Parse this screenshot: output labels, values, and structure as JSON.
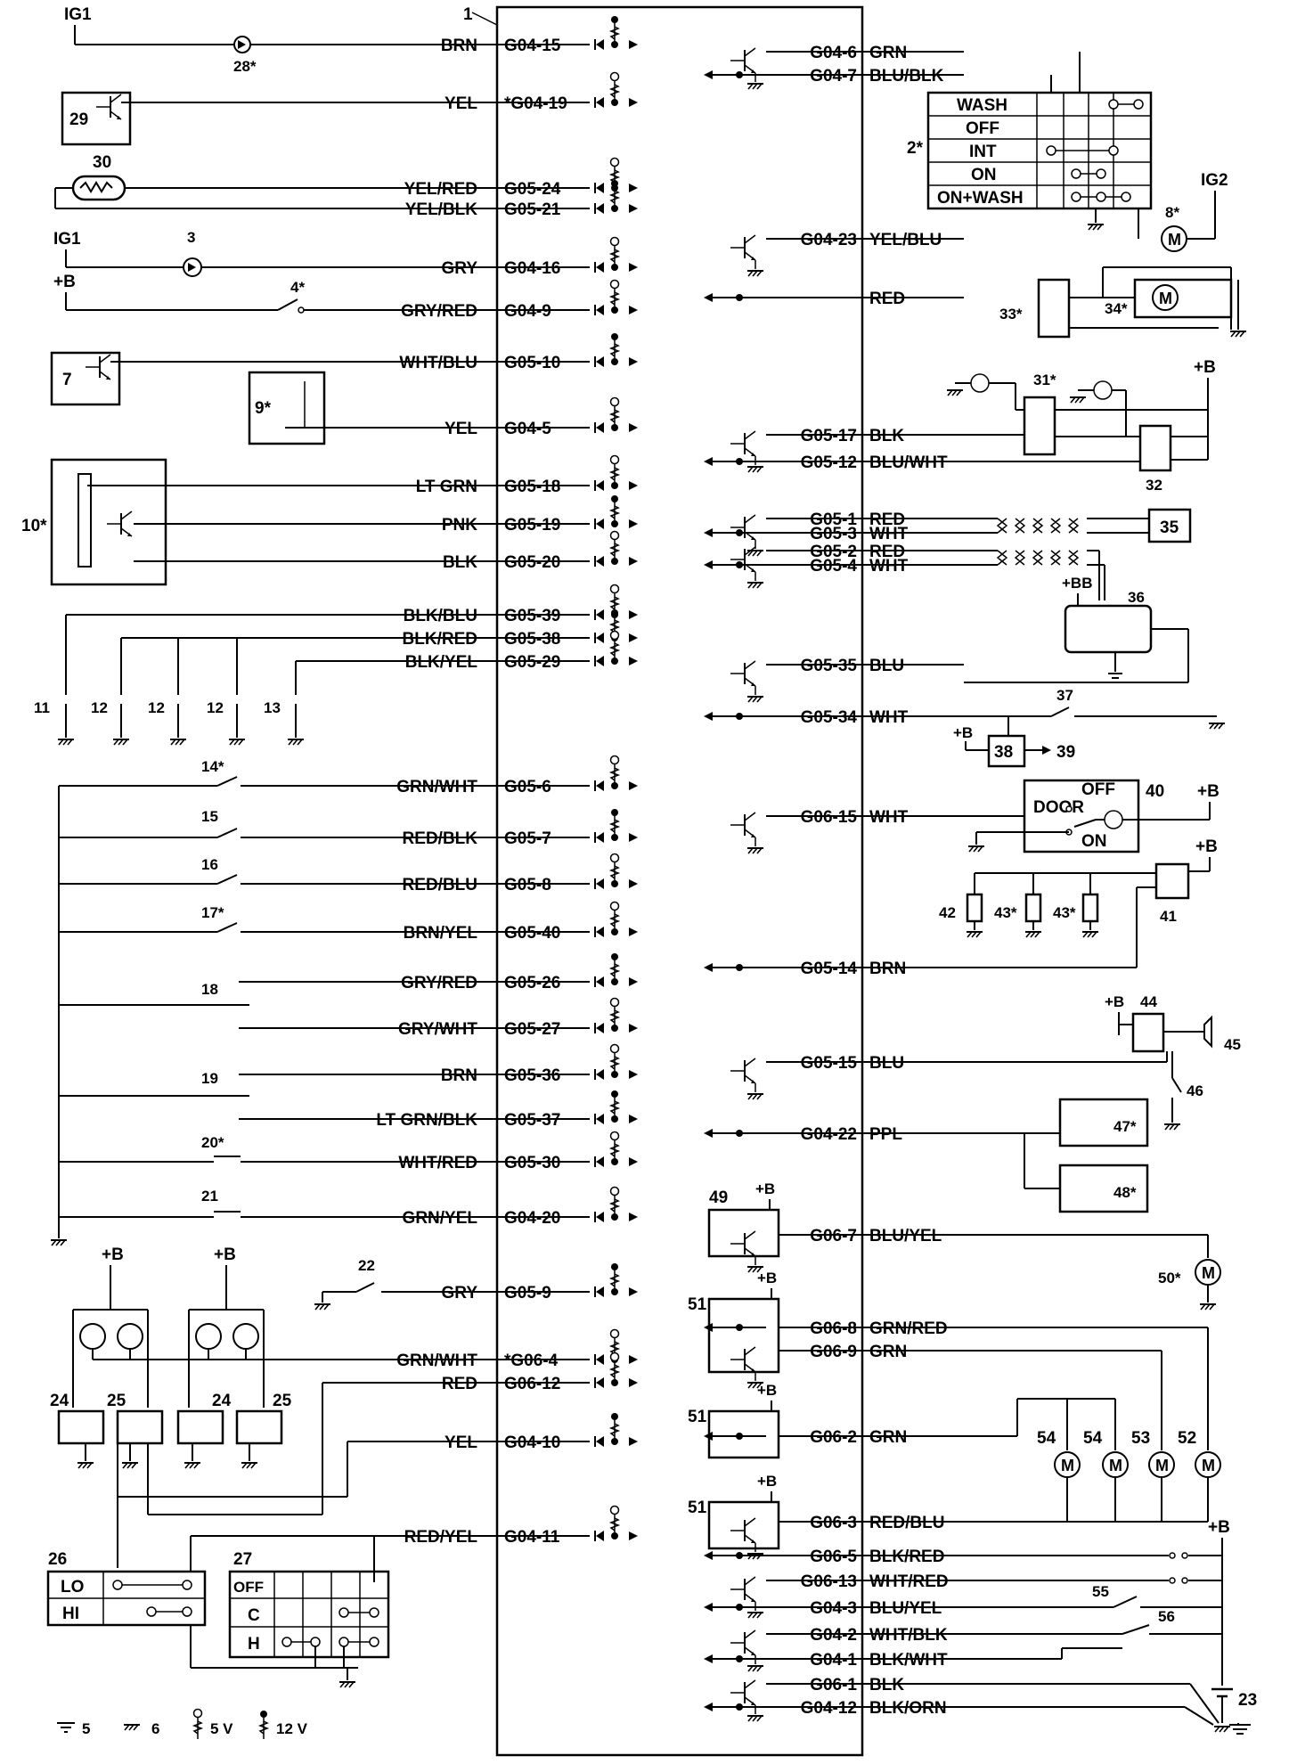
{
  "ecu": {
    "number": "1",
    "left_pins": [
      {
        "wire": "BRN",
        "pin": "G04-15"
      },
      {
        "wire": "YEL",
        "pin": "*G04-19"
      },
      {
        "wire": "YEL/RED",
        "pin": "G05-24"
      },
      {
        "wire": "YEL/BLK",
        "pin": "G05-21"
      },
      {
        "wire": "GRY",
        "pin": "G04-16"
      },
      {
        "wire": "GRY/RED",
        "pin": "G04-9"
      },
      {
        "wire": "WHT/BLU",
        "pin": "G05-10"
      },
      {
        "wire": "YEL",
        "pin": "G04-5"
      },
      {
        "wire": "LT GRN",
        "pin": "G05-18"
      },
      {
        "wire": "PNK",
        "pin": "G05-19"
      },
      {
        "wire": "BLK",
        "pin": "G05-20"
      },
      {
        "wire": "BLK/BLU",
        "pin": "G05-39"
      },
      {
        "wire": "BLK/RED",
        "pin": "G05-38"
      },
      {
        "wire": "BLK/YEL",
        "pin": "G05-29"
      },
      {
        "wire": "GRN/WHT",
        "pin": "G05-6"
      },
      {
        "wire": "RED/BLK",
        "pin": "G05-7"
      },
      {
        "wire": "RED/BLU",
        "pin": "G05-8"
      },
      {
        "wire": "BRN/YEL",
        "pin": "G05-40"
      },
      {
        "wire": "GRY/RED",
        "pin": "G05-26"
      },
      {
        "wire": "GRY/WHT",
        "pin": "G05-27"
      },
      {
        "wire": "BRN",
        "pin": "G05-36"
      },
      {
        "wire": "LT GRN/BLK",
        "pin": "G05-37"
      },
      {
        "wire": "WHT/RED",
        "pin": "G05-30"
      },
      {
        "wire": "GRN/YEL",
        "pin": "G04-20"
      },
      {
        "wire": "GRY",
        "pin": "G05-9"
      },
      {
        "wire": "GRN/WHT",
        "pin": "*G06-4"
      },
      {
        "wire": "RED",
        "pin": "G06-12"
      },
      {
        "wire": "YEL",
        "pin": "G04-10"
      },
      {
        "wire": "RED/YEL",
        "pin": "G04-11"
      }
    ],
    "right_pins": [
      {
        "pin": "G04-6",
        "wire": "GRN"
      },
      {
        "pin": "G04-7",
        "wire": "BLU/BLK"
      },
      {
        "pin": "G04-23",
        "wire": "YEL/BLU"
      },
      {
        "pin": "",
        "wire": "RED"
      },
      {
        "pin": "G05-17",
        "wire": "BLK"
      },
      {
        "pin": "G05-12",
        "wire": "BLU/WHT"
      },
      {
        "pin": "G05-1",
        "wire": "RED"
      },
      {
        "pin": "G05-3",
        "wire": "WHT"
      },
      {
        "pin": "G05-2",
        "wire": "RED"
      },
      {
        "pin": "G05-4",
        "wire": "WHT"
      },
      {
        "pin": "G05-35",
        "wire": "BLU"
      },
      {
        "pin": "G05-34",
        "wire": "WHT"
      },
      {
        "pin": "G06-15",
        "wire": "WHT"
      },
      {
        "pin": "G05-14",
        "wire": "BRN"
      },
      {
        "pin": "G05-15",
        "wire": "BLU"
      },
      {
        "pin": "G04-22",
        "wire": "PPL"
      },
      {
        "pin": "G06-7",
        "wire": "BLU/YEL"
      },
      {
        "pin": "G06-8",
        "wire": "GRN/RED"
      },
      {
        "pin": "G06-9",
        "wire": "GRN"
      },
      {
        "pin": "G06-2",
        "wire": "GRN"
      },
      {
        "pin": "G06-3",
        "wire": "RED/BLU"
      },
      {
        "pin": "G06-5",
        "wire": "BLK/RED"
      },
      {
        "pin": "G06-13",
        "wire": "WHT/RED"
      },
      {
        "pin": "G04-3",
        "wire": "BLU/YEL"
      },
      {
        "pin": "G04-2",
        "wire": "WHT/BLK"
      },
      {
        "pin": "G04-1",
        "wire": "BLK/WHT"
      },
      {
        "pin": "G06-1",
        "wire": "BLK"
      },
      {
        "pin": "G04-12",
        "wire": "BLK/ORN"
      }
    ]
  },
  "power": {
    "ig1": "IG1",
    "ig2": "IG2",
    "b": "+B",
    "bb": "+BB"
  },
  "wiper_switch": {
    "number": "2*",
    "positions": [
      "WASH",
      "OFF",
      "INT",
      "ON",
      "ON+WASH"
    ]
  },
  "light_switch": {
    "number": "26",
    "positions": [
      "LO",
      "HI"
    ]
  },
  "ac_switch": {
    "number": "27",
    "positions": [
      "OFF",
      "C",
      "H"
    ]
  },
  "door_switch": {
    "door": "DOOR",
    "off": "OFF",
    "on": "ON"
  },
  "left_component_numbers": {
    "n28": "28*",
    "n29": "29",
    "n30": "30",
    "n3": "3",
    "n4": "4*",
    "n7": "7",
    "n9": "9*",
    "n10": "10*",
    "n11": "11",
    "n12": "12",
    "n13": "13",
    "n14": "14*",
    "n15": "15",
    "n16": "16",
    "n17": "17*",
    "n18": "18",
    "n19": "19",
    "n20": "20*",
    "n21": "21",
    "n22": "22",
    "n24": "24",
    "n25": "25"
  },
  "right_component_numbers": {
    "n8": "8*",
    "n33": "33*",
    "n34": "34*",
    "n31": "31*",
    "n32": "32",
    "n35": "35",
    "n36": "36",
    "n37": "37",
    "n38": "38",
    "n39": "39",
    "n40": "40",
    "n41": "41",
    "n42": "42",
    "n43": "43*",
    "n44": "44",
    "n45": "45",
    "n46": "46",
    "n47": "47*",
    "n48": "48*",
    "n49": "49",
    "n50": "50*",
    "n51": "51",
    "n52": "52",
    "n53": "53",
    "n54": "54",
    "n55": "55",
    "n56": "56",
    "n23": "23"
  },
  "legend": {
    "ground_a": "5",
    "ground_b": "6",
    "ref_5v": "5 V",
    "ref_12v": "12 V"
  }
}
